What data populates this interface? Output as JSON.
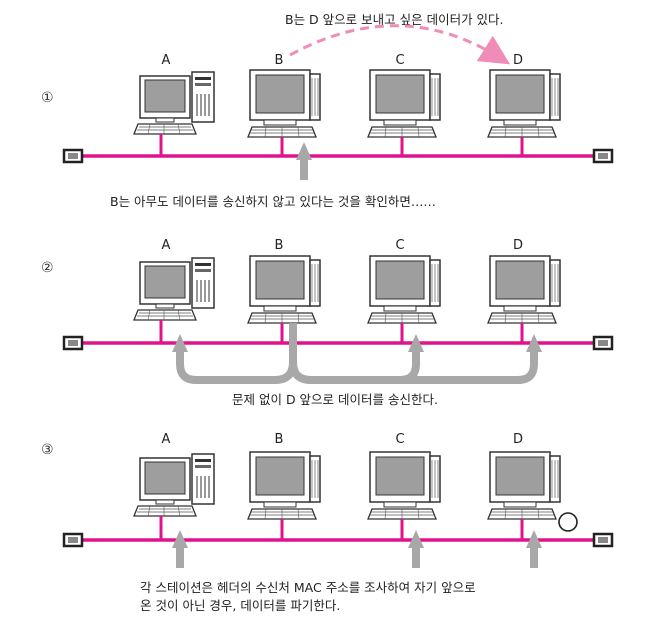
{
  "colors": {
    "bus": "#e0138c",
    "dashed_arrow": "#f08cb8",
    "gray_arrow": "#a8a8a8",
    "screen": "#9e9e9e"
  },
  "panels": [
    {
      "number": "①",
      "computers": [
        "A",
        "B",
        "C",
        "D"
      ],
      "top_caption": "B는 D 앞으로 보내고 싶은 데이터가 있다.",
      "bottom_caption": "B는 아무도 데이터를 송신하지 않고 있다는 것을 확인하면……"
    },
    {
      "number": "②",
      "computers": [
        "A",
        "B",
        "C",
        "D"
      ],
      "bottom_caption": "문제 없이 D 앞으로 데이터를 송신한다."
    },
    {
      "number": "③",
      "computers": [
        "A",
        "B",
        "C",
        "D"
      ],
      "bottom_caption_lines": [
        "각 스테이션은 헤더의 수신처 MAC 주소를 조사하여 자기 앞으로",
        "온 것이 아닌 경우, 데이터를 파기한다."
      ]
    }
  ]
}
